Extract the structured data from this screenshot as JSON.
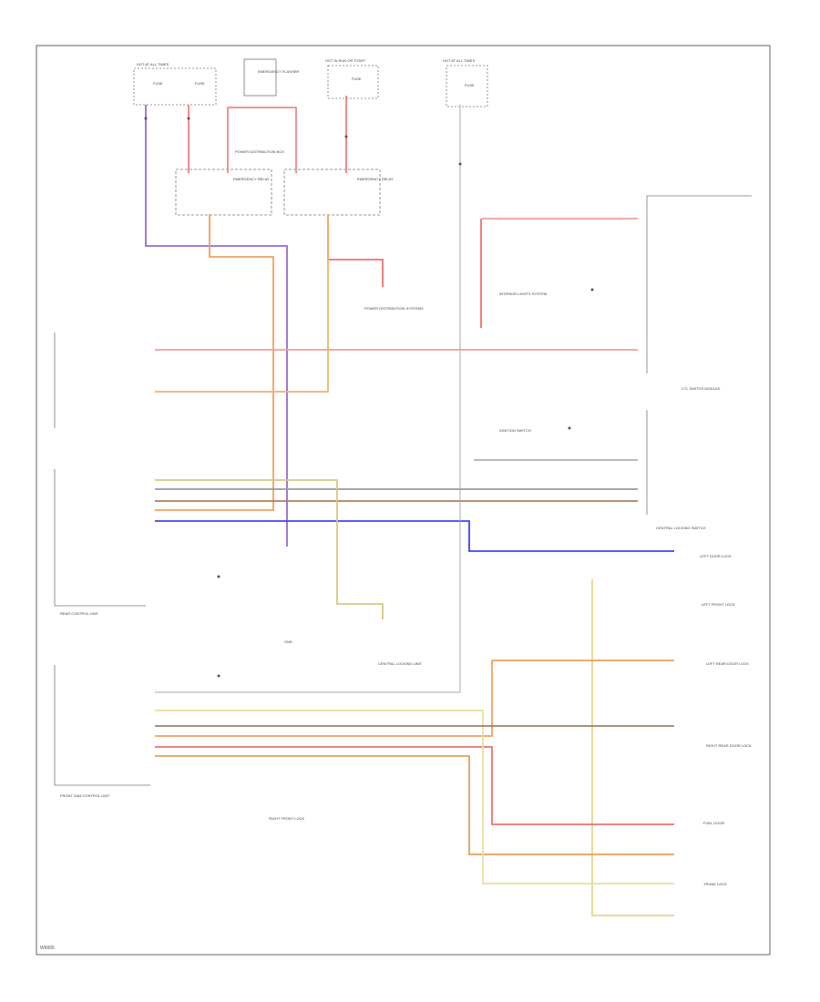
{
  "figure_id": "W6005",
  "frame": {
    "border": "#666666"
  },
  "colors": {
    "violet": "#8a5cc8",
    "red": "#f07070",
    "pink": "#f4a0a0",
    "orange": "#f0a060",
    "blue": "#3c3cff",
    "yellow": "#e0d890",
    "tan": "#c8b070",
    "gray": "#8c8c8c",
    "black": "#555555",
    "orangeDark": "#e08850"
  },
  "labels": {
    "hot_at_all_times": "HOT AT ALL TIMES",
    "hot_in_run": "HOT IN RUN OR START",
    "hot_at_all_times_2": "HOT AT ALL TIMES",
    "fuse_a": "FUSE",
    "fuse_b": "FUSE",
    "fuse_c": "FUSE",
    "fuse_d": "FUSE",
    "emergency_flasher": "EMERGENCY FLASHER",
    "power_dist_box": "POWER DISTRIBUTION BOX",
    "power_dist_sys": "POWER DISTRIBUTION SYSTEMS",
    "emergency_relay_1": "EMERGENCY RELAY",
    "emergency_relay_2": "EMERGENCY RELAY",
    "ctl_switch_module": "CTL SWITCH MODULE",
    "interior_light_system": "INTERIOR LIGHTS SYSTEM",
    "central_lock_switch": "CENTRAL LOCKING SWITCH",
    "left_door_lock": "LEFT DOOR LOCK",
    "left_rear_door_lock": "LEFT REAR DOOR LOCK",
    "right_rear_door_lock": "RIGHT REAR DOOR LOCK",
    "rear_control_unit": "REAR CONTROL UNIT",
    "front_control_unit": "FRONT SAM CONTROL UNIT",
    "fuel_door": "FUEL DOOR",
    "trunk_lock": "TRUNK LOCK",
    "left_front_lock": "LEFT FRONT LOCK",
    "right_front_lock": "RIGHT FRONT LOCK",
    "ground": "GND",
    "ignition_switch": "IGNITION SWITCH",
    "central_locking_unit": "CENTRAL LOCKING UNIT"
  }
}
